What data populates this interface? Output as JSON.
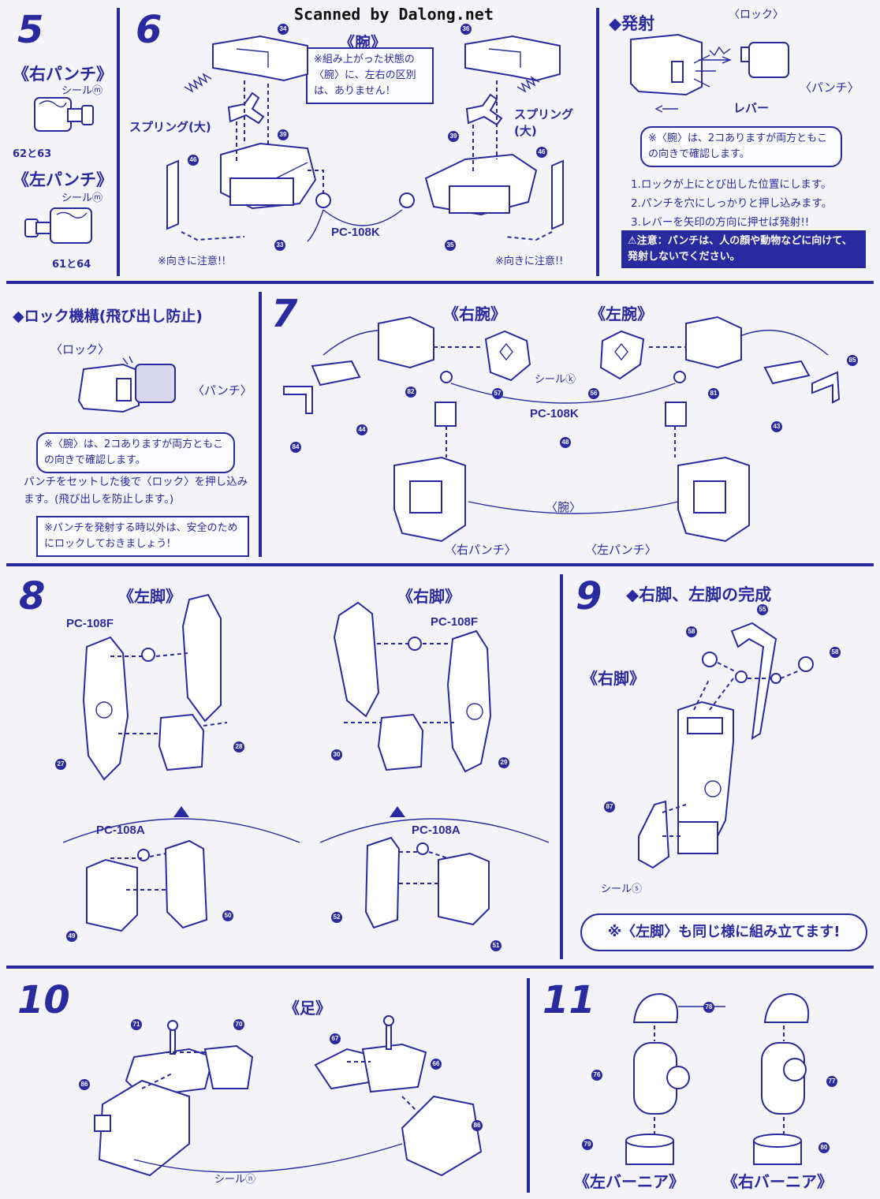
{
  "watermark": "Scanned by Dalong.net",
  "step5": {
    "number": "5",
    "right_punch": "《右パンチ》",
    "left_punch": "《左パンチ》",
    "sticker": "シールⓜ",
    "right_parts": "62と63",
    "left_parts": "61と64"
  },
  "step6": {
    "number": "6",
    "arm_title": "《腕》",
    "note": "※組み上がった状態の〈腕〉に、左右の区別は、ありません！",
    "spring_large_left": "スプリング(大)",
    "spring_large_right": "スプリング(大)",
    "pc_label": "PC-108K",
    "caution_left": "※向きに注意!!",
    "caution_right": "※向きに注意!!",
    "parts": [
      "34",
      "36",
      "39",
      "39",
      "46",
      "46",
      "33",
      "35"
    ]
  },
  "fire": {
    "title": "◆発射",
    "lock": "〈ロック〉",
    "punch": "〈パンチ〉",
    "lever": "レバー",
    "note": "※〈腕〉は、2コありますが両方ともこの向きで確認します。",
    "steps": [
      "1.ロックが上にとび出した位置にします。",
      "2.パンチを穴にしっかりと押し込みます。",
      "3.レバーを矢印の方向に押せば発射!!"
    ],
    "warning": "⚠注意：パンチは、人の顔や動物などに向けて、発射しないでください。"
  },
  "lock_mech": {
    "title": "◆ロック機構(飛び出し防止)",
    "lock": "〈ロック〉",
    "punch": "〈パンチ〉",
    "note": "※〈腕〉は、2コありますが両方ともこの向きで確認します。",
    "instruction": "パンチをセットした後で〈ロック〉を押し込みます。(飛び出しを防止します。)",
    "safety": "※パンチを発射する時以外は、安全のためにロックしておきましょう!"
  },
  "step7": {
    "number": "7",
    "right_arm": "《右腕》",
    "left_arm": "《左腕》",
    "sticker": "シールⓚ",
    "pc_label": "PC-108K",
    "arm": "〈腕〉",
    "right_punch": "〈右パンチ〉",
    "left_punch": "〈左パンチ〉",
    "parts": [
      "82",
      "57",
      "56",
      "81",
      "85",
      "44",
      "84",
      "48",
      "43"
    ]
  },
  "step8": {
    "number": "8",
    "left_leg": "《左脚》",
    "right_leg": "《右脚》",
    "pc_f_left": "PC-108F",
    "pc_f_right": "PC-108F",
    "pc_a_left": "PC-108A",
    "pc_a_right": "PC-108A",
    "parts": [
      "27",
      "28",
      "30",
      "29",
      "49",
      "50",
      "52",
      "51"
    ]
  },
  "step9": {
    "number": "9",
    "title": "◆右脚、左脚の完成",
    "right_leg": "《右脚》",
    "sticker": "シールⓢ",
    "note": "※〈左脚〉も同じ様に組み立てます!",
    "parts": [
      "55",
      "58",
      "58",
      "87"
    ]
  },
  "step10": {
    "number": "10",
    "foot": "《足》",
    "sticker": "シールⓝ",
    "parts": [
      "71",
      "70",
      "67",
      "66",
      "86",
      "86"
    ]
  },
  "step11": {
    "number": "11",
    "left_vernier": "《左バーニア》",
    "right_vernier": "《右バーニア》",
    "parts": [
      "78",
      "76",
      "77",
      "79",
      "80"
    ]
  }
}
